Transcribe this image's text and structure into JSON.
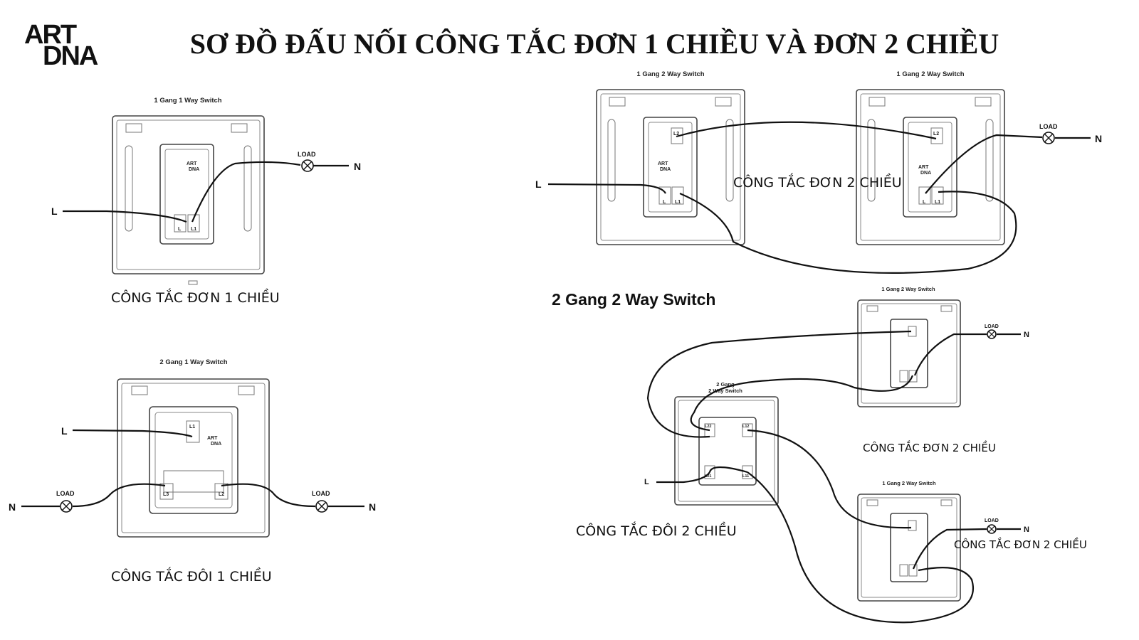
{
  "logo": {
    "line1": "ART",
    "line2": "DNA"
  },
  "title": "SƠ ĐỒ ĐẤU NỐI CÔNG TẮC ĐƠN 1 CHIỀU VÀ ĐƠN 2 CHIỀU",
  "section_heading": "2 Gang 2 Way Switch",
  "captions": {
    "single_1way": "CÔNG TẮC ĐƠN 1 CHIỀU",
    "double_1way": "CÔNG TẮC ĐÔI 1 CHIỀU",
    "single_2way_top": "CÔNG TẮC ĐƠN 2 CHIỀU",
    "single_2way_mid": "CÔNG TẮC ĐƠN 2 CHIỀU",
    "single_2way_bottom": "CÔNG TẮC ĐƠN 2 CHIỀU",
    "double_2way": "CÔNG TẮC ĐÔI 2 CHIỀU"
  },
  "switch_titles": {
    "g1w1": "1 Gang 1 Way Switch",
    "g2w1": "2 Gang 1 Way Switch",
    "g1w2_a": "1 Gang 2 Way Switch",
    "g1w2_b": "1 Gang 2 Way Switch",
    "g1w2_c": "1 Gang 2 Way Switch",
    "g1w2_d": "1 Gang 2 Way Switch",
    "g2w2_line1": "2 Gang",
    "g2w2_line2": "2 Way Switch"
  },
  "wire_labels": {
    "line": "L",
    "neutral": "N",
    "load": "LOAD"
  },
  "terminals": [
    "L",
    "L1",
    "L2",
    "L3",
    "L11",
    "L12",
    "L21",
    "L22"
  ]
}
